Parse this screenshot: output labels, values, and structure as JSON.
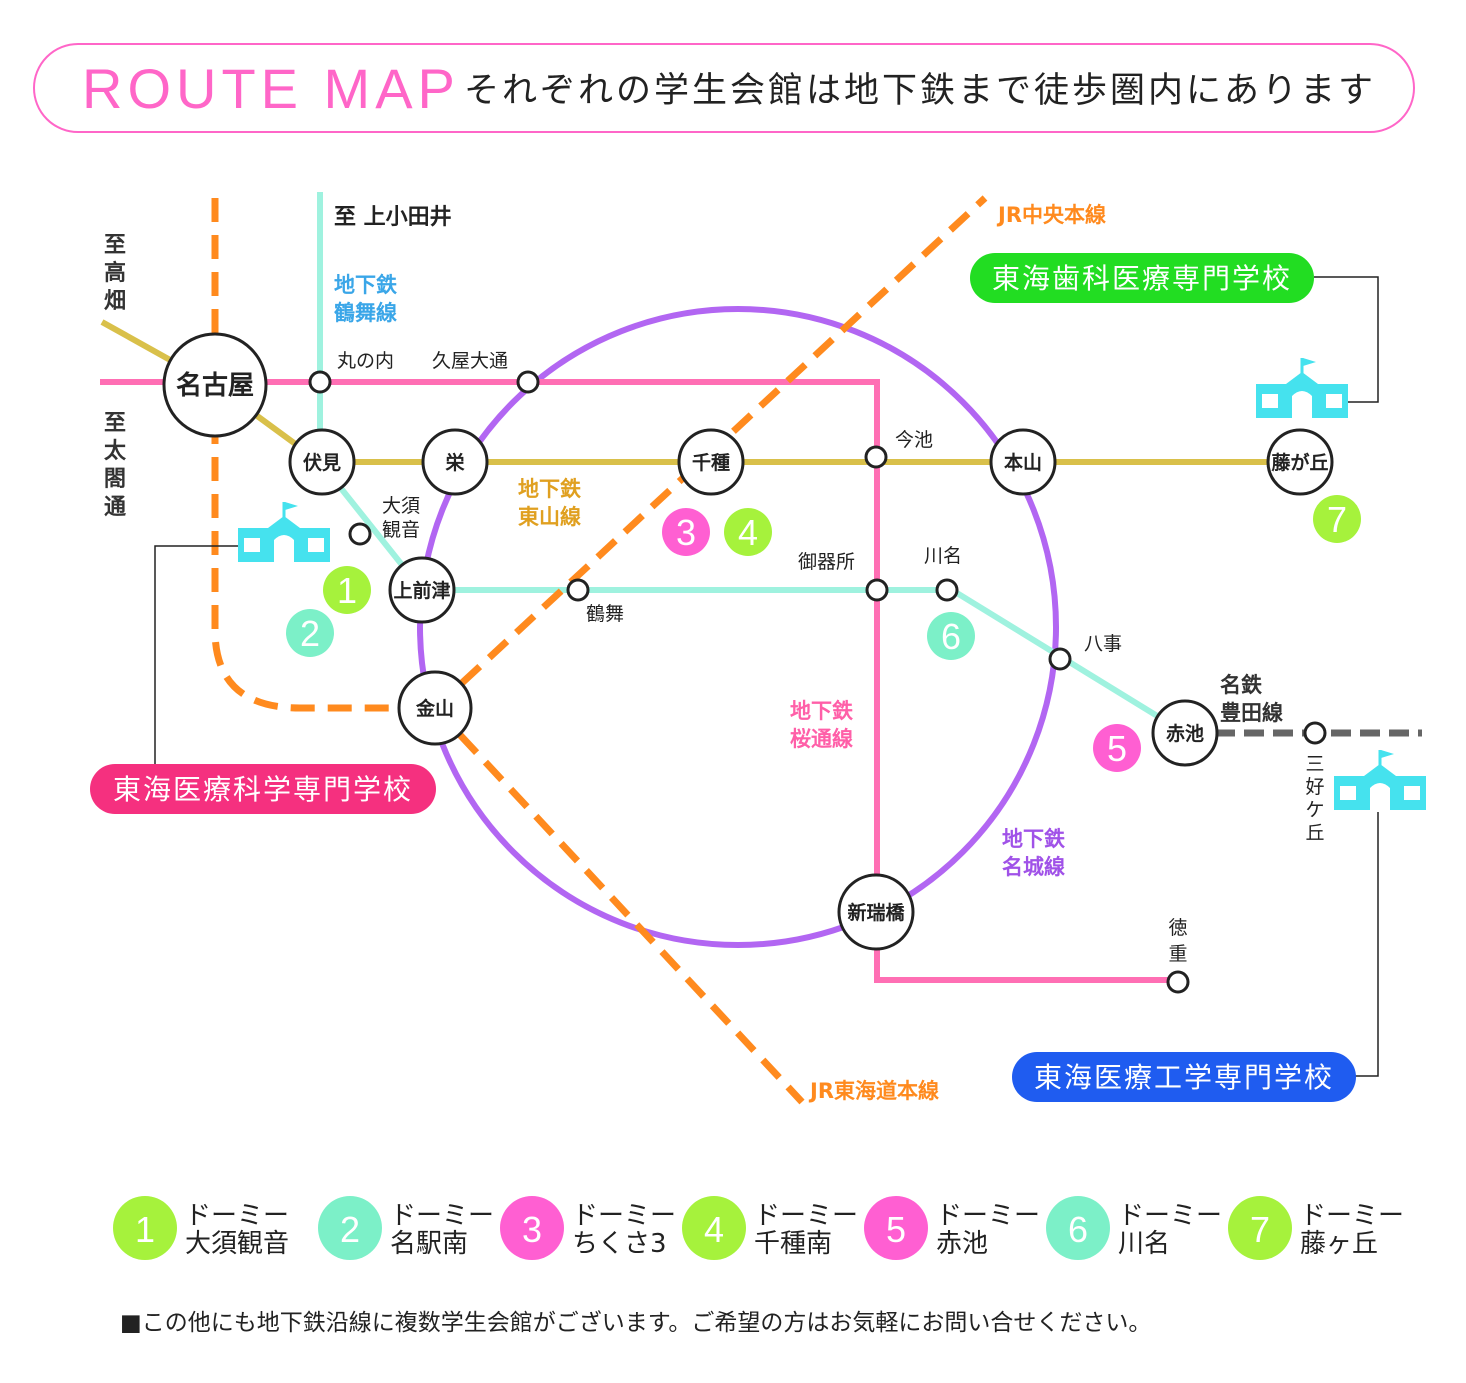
{
  "header": {
    "title": "ROUTE MAP",
    "subtitle": "それぞれの学生会館は地下鉄まで徒歩圏内にあります"
  },
  "colors": {
    "header_border": "#ff66c8",
    "header_title": "#ff66c8",
    "higashiyama_line": "#d9c04a",
    "sakura_dori_line": "#ff6fb4",
    "tsurumai_line": "#9ff2df",
    "meijo_line": "#b266f2",
    "jr_line": "#ff8a1e",
    "meitetsu_line": "#666666",
    "school_icon": "#45e2ee"
  },
  "directions": {
    "takabata": [
      "至",
      "高",
      "畑"
    ],
    "taikodori": [
      "至",
      "太",
      "閤",
      "通"
    ],
    "kamiotai": "至 上小田井"
  },
  "lines": {
    "tsurumai": [
      "地下鉄",
      "鶴舞線"
    ],
    "higashiyama": [
      "地下鉄",
      "東山線"
    ],
    "sakura_dori": [
      "地下鉄",
      "桜通線"
    ],
    "meijo": [
      "地下鉄",
      "名城線"
    ],
    "meitetsu_toyota": [
      "名鉄",
      "豊田線"
    ],
    "jr_chuo": "JR中央本線",
    "jr_tokaido": "JR東海道本線"
  },
  "stations": {
    "nagoya": "名古屋",
    "marunouchi": "丸の内",
    "hisaya_odori": "久屋大通",
    "fushimi": "伏見",
    "sakae": "栄",
    "chikusa": "千種",
    "imaike": "今池",
    "motoyama": "本山",
    "fujigaoka": "藤が丘",
    "osu_kannon": [
      "大須",
      "観音"
    ],
    "kamimaezu": "上前津",
    "tsurumai": "鶴舞",
    "gokiso": "御器所",
    "kawana": "川名",
    "yagoto": "八事",
    "akaike": "赤池",
    "kanayama": "金山",
    "aratama_bashi": "新瑞橋",
    "tokushige": [
      "徳",
      "重"
    ],
    "miyoshigaoka": [
      "三",
      "好",
      "ケ",
      "丘"
    ]
  },
  "schools": {
    "dental": "東海歯科医療専門学校",
    "medical_science": "東海医療科学専門学校",
    "medical_engineering": "東海医療工学専門学校"
  },
  "dorm_markers": [
    {
      "num": "1",
      "color": "#a6f23c"
    },
    {
      "num": "2",
      "color": "#7cf0c8"
    },
    {
      "num": "3",
      "color": "#ff5fd2"
    },
    {
      "num": "4",
      "color": "#a6f23c"
    },
    {
      "num": "5",
      "color": "#ff5fd2"
    },
    {
      "num": "6",
      "color": "#7cf0c8"
    },
    {
      "num": "7",
      "color": "#a6f23c"
    }
  ],
  "legend": [
    {
      "num": "1",
      "color": "#a6f23c",
      "line1": "ドーミー",
      "line2": "大須観音"
    },
    {
      "num": "2",
      "color": "#7cf0c8",
      "line1": "ドーミー",
      "line2": "名駅南"
    },
    {
      "num": "3",
      "color": "#ff5fd2",
      "line1": "ドーミー",
      "line2": "ちくさ3"
    },
    {
      "num": "4",
      "color": "#a6f23c",
      "line1": "ドーミー",
      "line2": "千種南"
    },
    {
      "num": "5",
      "color": "#ff5fd2",
      "line1": "ドーミー",
      "line2": "赤池"
    },
    {
      "num": "6",
      "color": "#7cf0c8",
      "line1": "ドーミー",
      "line2": "川名"
    },
    {
      "num": "7",
      "color": "#a6f23c",
      "line1": "ドーミー",
      "line2": "藤ヶ丘"
    }
  ],
  "footnote": "■この他にも地下鉄沿線に複数学生会館がございます。ご希望の方はお気軽にお問い合せください。"
}
